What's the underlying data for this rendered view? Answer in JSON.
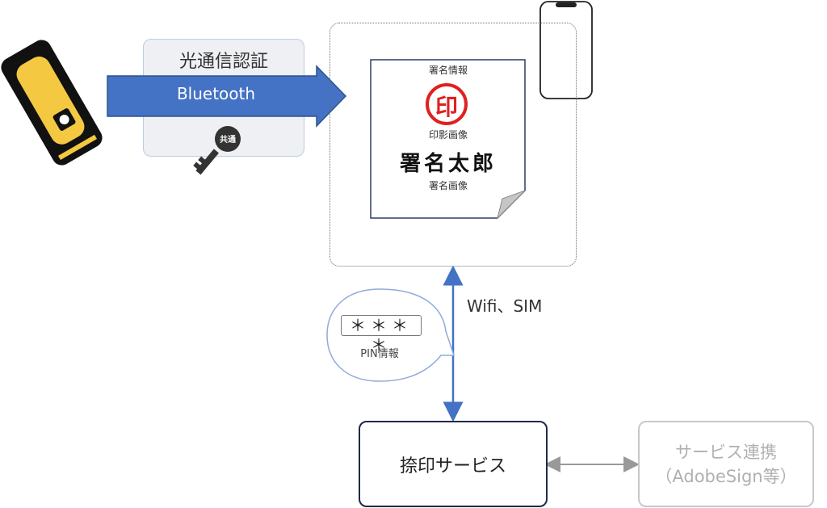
{
  "auth": {
    "title": "光通信認証",
    "protocol": "Bluetooth",
    "key_label": "共通"
  },
  "document": {
    "signature_info": "署名情報",
    "seal_glyph": "印",
    "seal_image_label": "印影画像",
    "signer_name": "署名太郎",
    "signature_image_label": "署名画像"
  },
  "connection": {
    "label": "Wifi、SIM"
  },
  "pin": {
    "masked": "＊＊＊＊",
    "label": "PIN情報"
  },
  "service": {
    "name": "捺印サービス"
  },
  "integration": {
    "line1": "サービス連携",
    "line2": "（AdobeSign等）"
  },
  "colors": {
    "arrow_blue": "#4472c4",
    "seal_red": "#e02020",
    "key_dark": "#333333",
    "token_yellow": "#f5c842"
  }
}
